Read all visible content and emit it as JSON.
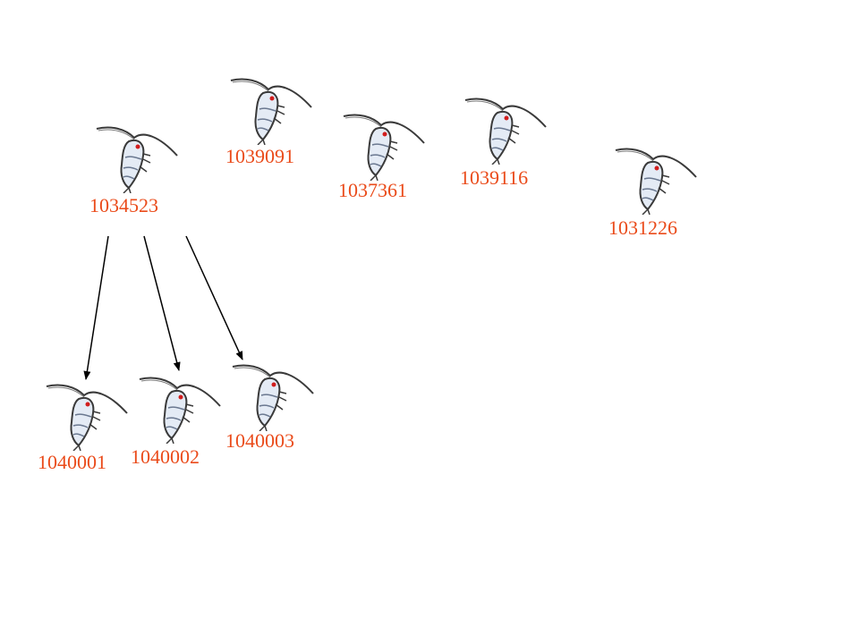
{
  "colors": {
    "label": "#ea4b1a",
    "arrow": "#000000",
    "body_fill": "#e4ebf5",
    "body_outline": "#3a3a3a",
    "eye": "#d21e1e"
  },
  "icon": "copepod-icon",
  "parents": {
    "p1": "1034523",
    "p2": "1039091",
    "p3": "1037361",
    "p4": "1039116",
    "p5": "1031226"
  },
  "offspring": {
    "c1": "1040001",
    "c2": "1040002",
    "c3": "1040003"
  }
}
